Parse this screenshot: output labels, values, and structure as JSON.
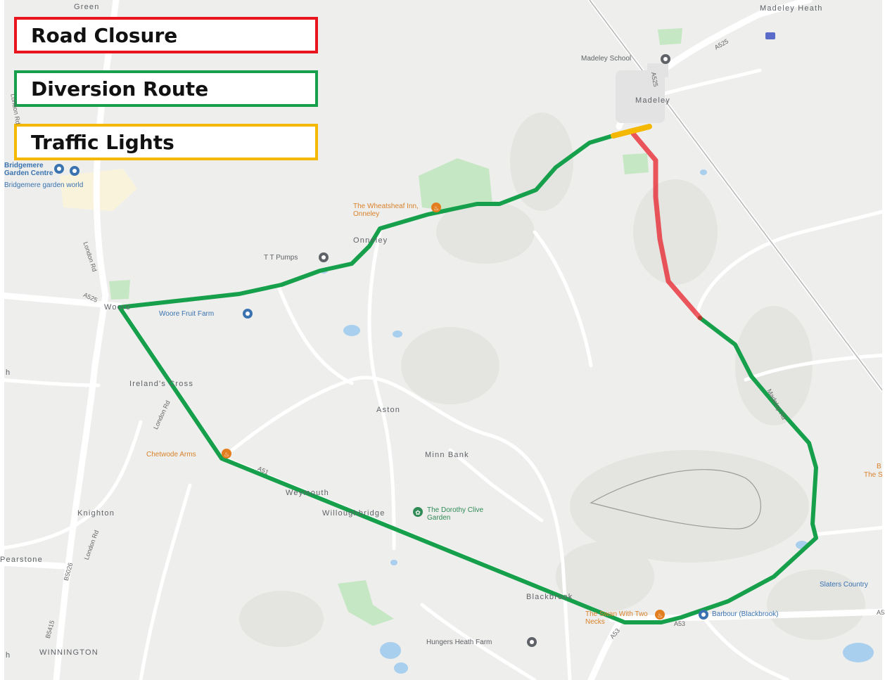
{
  "legend": {
    "closure": {
      "label": "Road Closure",
      "color": "#e8141e"
    },
    "diversion": {
      "label": "Diversion Route",
      "color": "#17a04b"
    },
    "lights": {
      "label": "Traffic Lights",
      "color": "#f5b800"
    }
  },
  "map": {
    "colors": {
      "land": "#eeeeec",
      "road": "#ffffff",
      "water": "#a8cfee",
      "park": "#c6e7c4",
      "edge_fill": "#ffffff"
    },
    "places": {
      "green": "Green",
      "madeley_heath": "Madeley Heath",
      "madeley": "Madeley",
      "onneley": "Onneley",
      "ireland_cross": "Ireland's Cross",
      "aston": "Aston",
      "minn_bank": "Minn Bank",
      "knighton": "Knighton",
      "woore": "Woore",
      "wearstone": "Pearstone",
      "winnington": "WINNINGTON",
      "blackbrook": "Blackbrook",
      "weymouth": "Weymouth",
      "willoughbridge": "Willoughbridge",
      "side_h": "h"
    },
    "roads": {
      "a525_top": "A525",
      "a525_vertical": "A525",
      "a525_west": "A525",
      "a51": "A51",
      "a53": "A53",
      "a53_b": "A53",
      "a53_c": "A53",
      "london_rd": "London Rd",
      "london_rd_b": "London Rd",
      "london_rd_c": "London Rd",
      "london_rd_d": "London Rd",
      "b5415": "B5415",
      "b5026": "B5026",
      "madeley_rd": "Madeley Rd"
    },
    "pois": {
      "madeley_school": "Madeley School",
      "wheatsheaf": "The Wheatsheaf Inn, Onneley",
      "tt_pumps": "T T Pumps",
      "woore_fruit_farm": "Woore Fruit Farm",
      "chetwode_arms": "Chetwode Arms",
      "dorothy_clive": "The Dorothy Clive Garden",
      "swan": "The Swan With Two Necks",
      "barbour": "Barbour (Blackbrook)",
      "hungers_heath": "Hungers Heath Farm",
      "slaters": "Slaters Country",
      "bridgemere_1": "Bridgemere",
      "bridgemere_2": "Garden Centre",
      "bridgemere_3": "Bridgemere garden world",
      "right_edge_1": "B",
      "right_edge_2": "The S"
    }
  }
}
